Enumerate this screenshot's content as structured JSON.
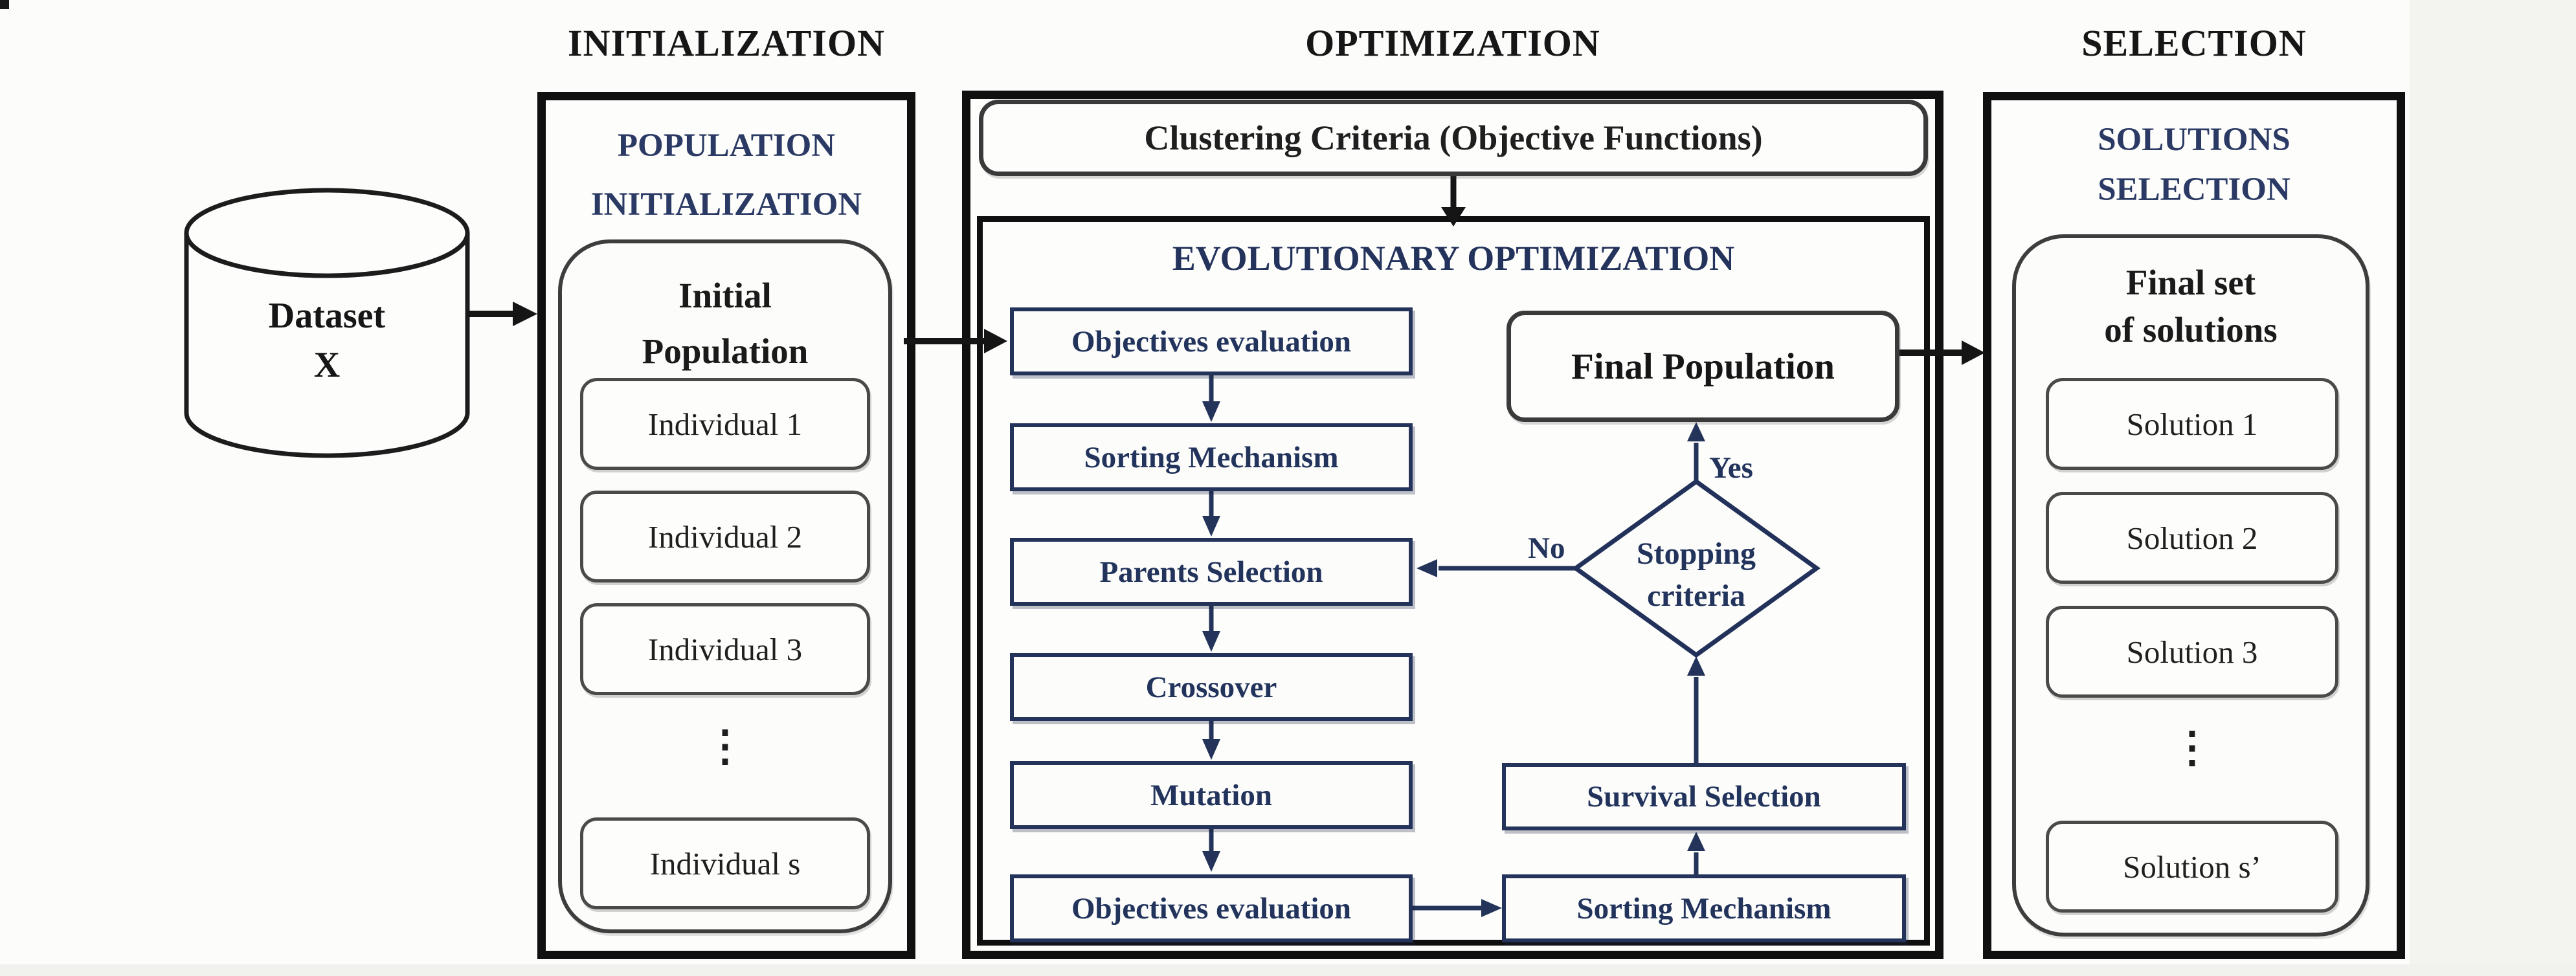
{
  "colors": {
    "navy_text": "#22335c",
    "navy_border": "#24335a",
    "navy_heading": "#2b3a64",
    "ink_black": "#161616",
    "gray_border": "#3d3d3d",
    "panel_border": "#101010"
  },
  "dataset": {
    "line1": "Dataset",
    "line2": "X"
  },
  "sections": {
    "initialization": {
      "title": "INITIALIZATION",
      "heading_line1": "POPULATION",
      "heading_line2": "INITIALIZATION",
      "container": {
        "title_line1": "Initial",
        "title_line2": "Population",
        "items": [
          "Individual 1",
          "Individual 2",
          "Individual 3"
        ],
        "ellipsis": "⋮",
        "last_item": "Individual s"
      }
    },
    "optimization": {
      "title": "OPTIMIZATION",
      "clustering_criteria": "Clustering Criteria (Objective Functions)",
      "evolutionary": {
        "title": "EVOLUTIONARY OPTIMIZATION",
        "steps": [
          "Objectives evaluation",
          "Sorting Mechanism",
          "Parents Selection",
          "Crossover",
          "Mutation",
          "Objectives evaluation"
        ],
        "final_population": "Final Population",
        "decision": {
          "line1": "Stopping",
          "line2": "criteria",
          "yes_label": "Yes",
          "no_label": "No"
        },
        "survival_selection": "Survival Selection",
        "sorting_mechanism": "Sorting Mechanism"
      }
    },
    "selection": {
      "title": "SELECTION",
      "heading_line1": "SOLUTIONS",
      "heading_line2": "SELECTION",
      "container": {
        "title_line1": "Final set",
        "title_line2": "of solutions",
        "items": [
          "Solution 1",
          "Solution 2",
          "Solution 3"
        ],
        "ellipsis": "⋮",
        "last_item": "Solution s’"
      }
    }
  }
}
